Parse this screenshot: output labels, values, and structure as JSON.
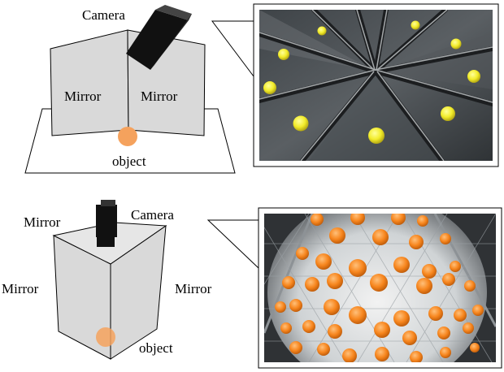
{
  "top_diagram": {
    "camera_label": "Camera",
    "mirror_left_label": "Mirror",
    "mirror_right_label": "Mirror",
    "object_label": "object"
  },
  "bottom_diagram": {
    "camera_label": "Camera",
    "mirror_top_label": "Mirror",
    "mirror_left_label": "Mirror",
    "mirror_right_label": "Mirror",
    "object_label": "object"
  },
  "colors": {
    "mirror_fill": "#d9d9d9",
    "mirror_fill_light": "#e6e6e6",
    "object_orange": "#f5a25d",
    "camera_black": "#111111",
    "photo_top_ball": "#f2ec2a",
    "photo_bottom_ball": "#f7861e"
  }
}
